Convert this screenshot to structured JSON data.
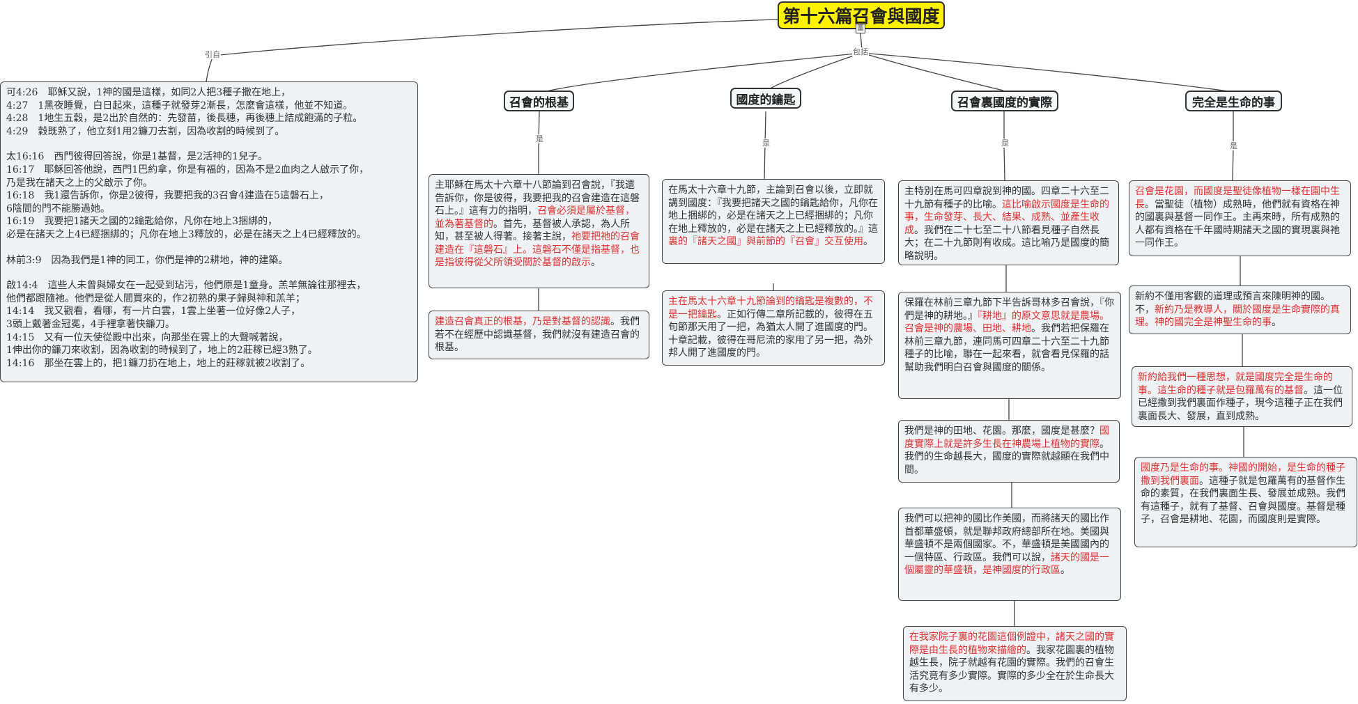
{
  "root": {
    "title": "第十六篇召會與國度",
    "icon": "圖"
  },
  "labels": {
    "cite": "引自",
    "include": "包括",
    "is": "是"
  },
  "scripture": [
    "可4:26　耶穌又說，1神的國是這樣，如同2人把3種子撒在地上，",
    "4:27　1黑夜睡覺，白日起來，這種子就發芽2漸長，怎麼會這樣，他並不知道。",
    "4:28　1地生五穀，是2出於自然的：先發苗，後長穗，再後穗上結成飽滿的子粒。",
    "4:29　穀既熟了，他立刻1用2鐮刀去割，因為收割的時候到了。",
    "",
    "太16:16　西門彼得回答說，你是1基督，是2活神的1兒子。",
    "16:17　耶穌回答他說，西門1巴約拿，你是有福的，因為不是2血肉之人啟示了你，",
    "乃是我在諸天之上的父啟示了你。",
    "16:18　我1還告訴你，你是2彼得，我要把我的3召會4建造在5這磐石上，",
    "6陰間的門不能勝過她。",
    "16:19　我要把1諸天之國的2鑰匙給你，凡你在地上3捆綁的，",
    "必是在諸天之上4已經捆綁的；凡你在地上3釋放的，必是在諸天之上4已經釋放的。",
    "",
    "林前3:9　因為我們是1神的同工，你們是神的2耕地，神的建築。",
    "",
    "啟14:4　這些人未曾與婦女在一起受到玷污，他們原是1童身。羔羊無論往那裡去，",
    "他們都跟隨祂。他們是從人間買來的，作2初熟的果子歸與神和羔羊；",
    "14:14　我又觀看，看哪，有一片白雲，1雲上坐著一位好像2人子，",
    "3頭上戴著金冠冕，4手裡拿著快鐮刀。",
    "14:15　又有一位天使從殿中出來，向那坐在雲上的大聲喊著說，",
    "1伸出你的鐮刀來收割，因為收割的時候到了，地上的2莊稼已經3熟了。",
    "14:16　那坐在雲上的，把1鐮刀扔在地上，地上的莊稼就被2收割了。"
  ],
  "topics": [
    {
      "title": "召會的根基",
      "notes": [
        [
          {
            "t": "主耶穌在馬太十六章十八節論到召會說，『我還告訴你，你是彼得，我要把我的召會建造在這磐石上。』這有力的指明，"
          },
          {
            "t": "召會必須是屬於基督，並為著基督的",
            "r": true
          },
          {
            "t": "。首先，基督被人承認，為人所知，甚至被人得著。接著主說，"
          },
          {
            "t": "祂要把祂的召會建造在『這磐石』上。這磐石不僅是指基督，也是指彼得從父所領受關於基督的啟示",
            "r": true
          },
          {
            "t": "。"
          }
        ],
        [
          {
            "t": "建造召會真正的根基，乃是對基督的認識",
            "r": true
          },
          {
            "t": "。我們若不在經歷中認識基督，我們就沒有建造召會的根基。"
          }
        ]
      ]
    },
    {
      "title": "國度的鑰匙",
      "notes": [
        [
          {
            "t": "在馬太十六章十九節，主論到召會以後，立即就講到國度：『我要把諸天之國的鑰匙給你，凡你在地上捆綁的，必是在諸天之上已經捆綁的；凡你在地上釋放的，必是在諸天之上已經釋放的。』這"
          },
          {
            "t": "裏的『諸天之國』與前節的『召會』交互使用",
            "r": true
          },
          {
            "t": "。"
          }
        ],
        [
          {
            "t": "主在馬太十六章十九節論到的鑰匙是複數的，不是一把鑰匙",
            "r": true
          },
          {
            "t": "。正如行傳二章所記載的，彼得在五旬節那天用了一把，為猶太人開了進國度的門。十章記載，彼得在哥尼流的家用了另一把，為外邦人開了進國度的門。"
          }
        ]
      ]
    },
    {
      "title": "召會裏國度的實際",
      "notes": [
        [
          {
            "t": "主特別在馬可四章說到神的國。四章二十六至二十九節有種子的比喻。"
          },
          {
            "t": "這比喻啟示國度是生命的事，生命發芽、長大、結果、成熟、並產生收成",
            "r": true
          },
          {
            "t": "。我們在二十七至二十八節看見種子自然長大；在二十九節則有收成。這比喻乃是國度的簡略說明。"
          }
        ],
        [
          {
            "t": "保羅在林前三章九節下半告訴哥林多召會說，『你們是神的耕地。』"
          },
          {
            "t": "『耕地』的原文意思就是農場。召會是神的農場、田地、耕地",
            "r": true
          },
          {
            "t": "。我們若把保羅在林前三章九節，連同馬可四章二十六至二十九節種子的比喻，聯在一起來看，就會看見保羅的話幫助我們明白召會與國度的關係。"
          }
        ],
        [
          {
            "t": "我們是神的田地、花園。那麼，國度是甚麼？"
          },
          {
            "t": "國度實際上就是許多生長在神農場上植物的實際",
            "r": true
          },
          {
            "t": "。我們的生命越長大，國度的實際就越顯在我們中間。"
          }
        ],
        [
          {
            "t": "我們可以把神的國比作美國，而將諸天的國比作首都華盛頓，就是聯邦政府總部所在地。美國與華盛頓不是兩個國家。不，華盛頓是美國國內的一個特區、行政區。我們可以說，"
          },
          {
            "t": "諸天的國是一個屬靈的華盛頓，是神國度的行政區",
            "r": true
          },
          {
            "t": "。"
          }
        ],
        [
          {
            "t": "在我家院子裏的花園這個例證中，諸天之國的實際是由生長的植物來描繪的",
            "r": true
          },
          {
            "t": "。我家花園裏的植物越生長，院子就越有花園的實際。我們的召會生活究竟有多少實際。實際的多少全在於生命長大有多少。"
          }
        ]
      ]
    },
    {
      "title": "完全是生命的事",
      "notes": [
        [
          {
            "t": "召會是花園，而國度是聖徒像植物一樣在園中生長",
            "r": true
          },
          {
            "t": "。當聖徒（植物）成熟時，他們就有資格在神的國裏與基督一同作王。主再來時，所有成熟的人都有資格在千年國時期諸天之國的實現裏與祂一同作王。"
          }
        ],
        [
          {
            "t": "新約不僅用客觀的道理或預言來陳明神的國。不，"
          },
          {
            "t": "新約乃是教導人，關於國度是生命實際的真理。神的國完全是神聖生命的事",
            "r": true
          },
          {
            "t": "。"
          }
        ],
        [
          {
            "t": "新約給我們一種思想，就是國度完全是生命的事。這生命的種子就是包羅萬有的基督",
            "r": true
          },
          {
            "t": "。這一位已經撒到我們裏面作種子，現今這種子正在我們裏面長大、發展，直到成熟。"
          }
        ],
        [
          {
            "t": "國度乃是生命的事。神國的開始，是生命的種子撒到我們裏面",
            "r": true
          },
          {
            "t": "。這種子就是包羅萬有的基督作生命的素質，在我們裏面生長、發展並成熟。我們有這種子，就有了基督、召會與國度。基督是種子，召會是耕地、花園，而國度則是實際。"
          }
        ]
      ]
    }
  ]
}
